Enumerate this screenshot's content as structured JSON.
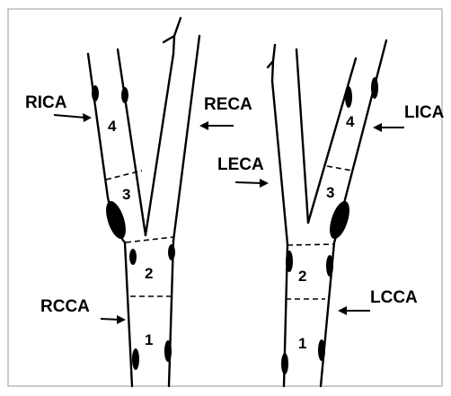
{
  "labels": {
    "ricа": "RICA",
    "reca": "RECA",
    "rcca": "RCCA",
    "leca": "LECA",
    "lica": "LICA",
    "lcca": "LCCA"
  },
  "segments": {
    "right": [
      "1",
      "2",
      "3",
      "4"
    ],
    "left": [
      "1",
      "2",
      "3",
      "4"
    ]
  },
  "colors": {
    "stroke": "#000000",
    "border": "#9a9a9a",
    "background": "#ffffff"
  }
}
